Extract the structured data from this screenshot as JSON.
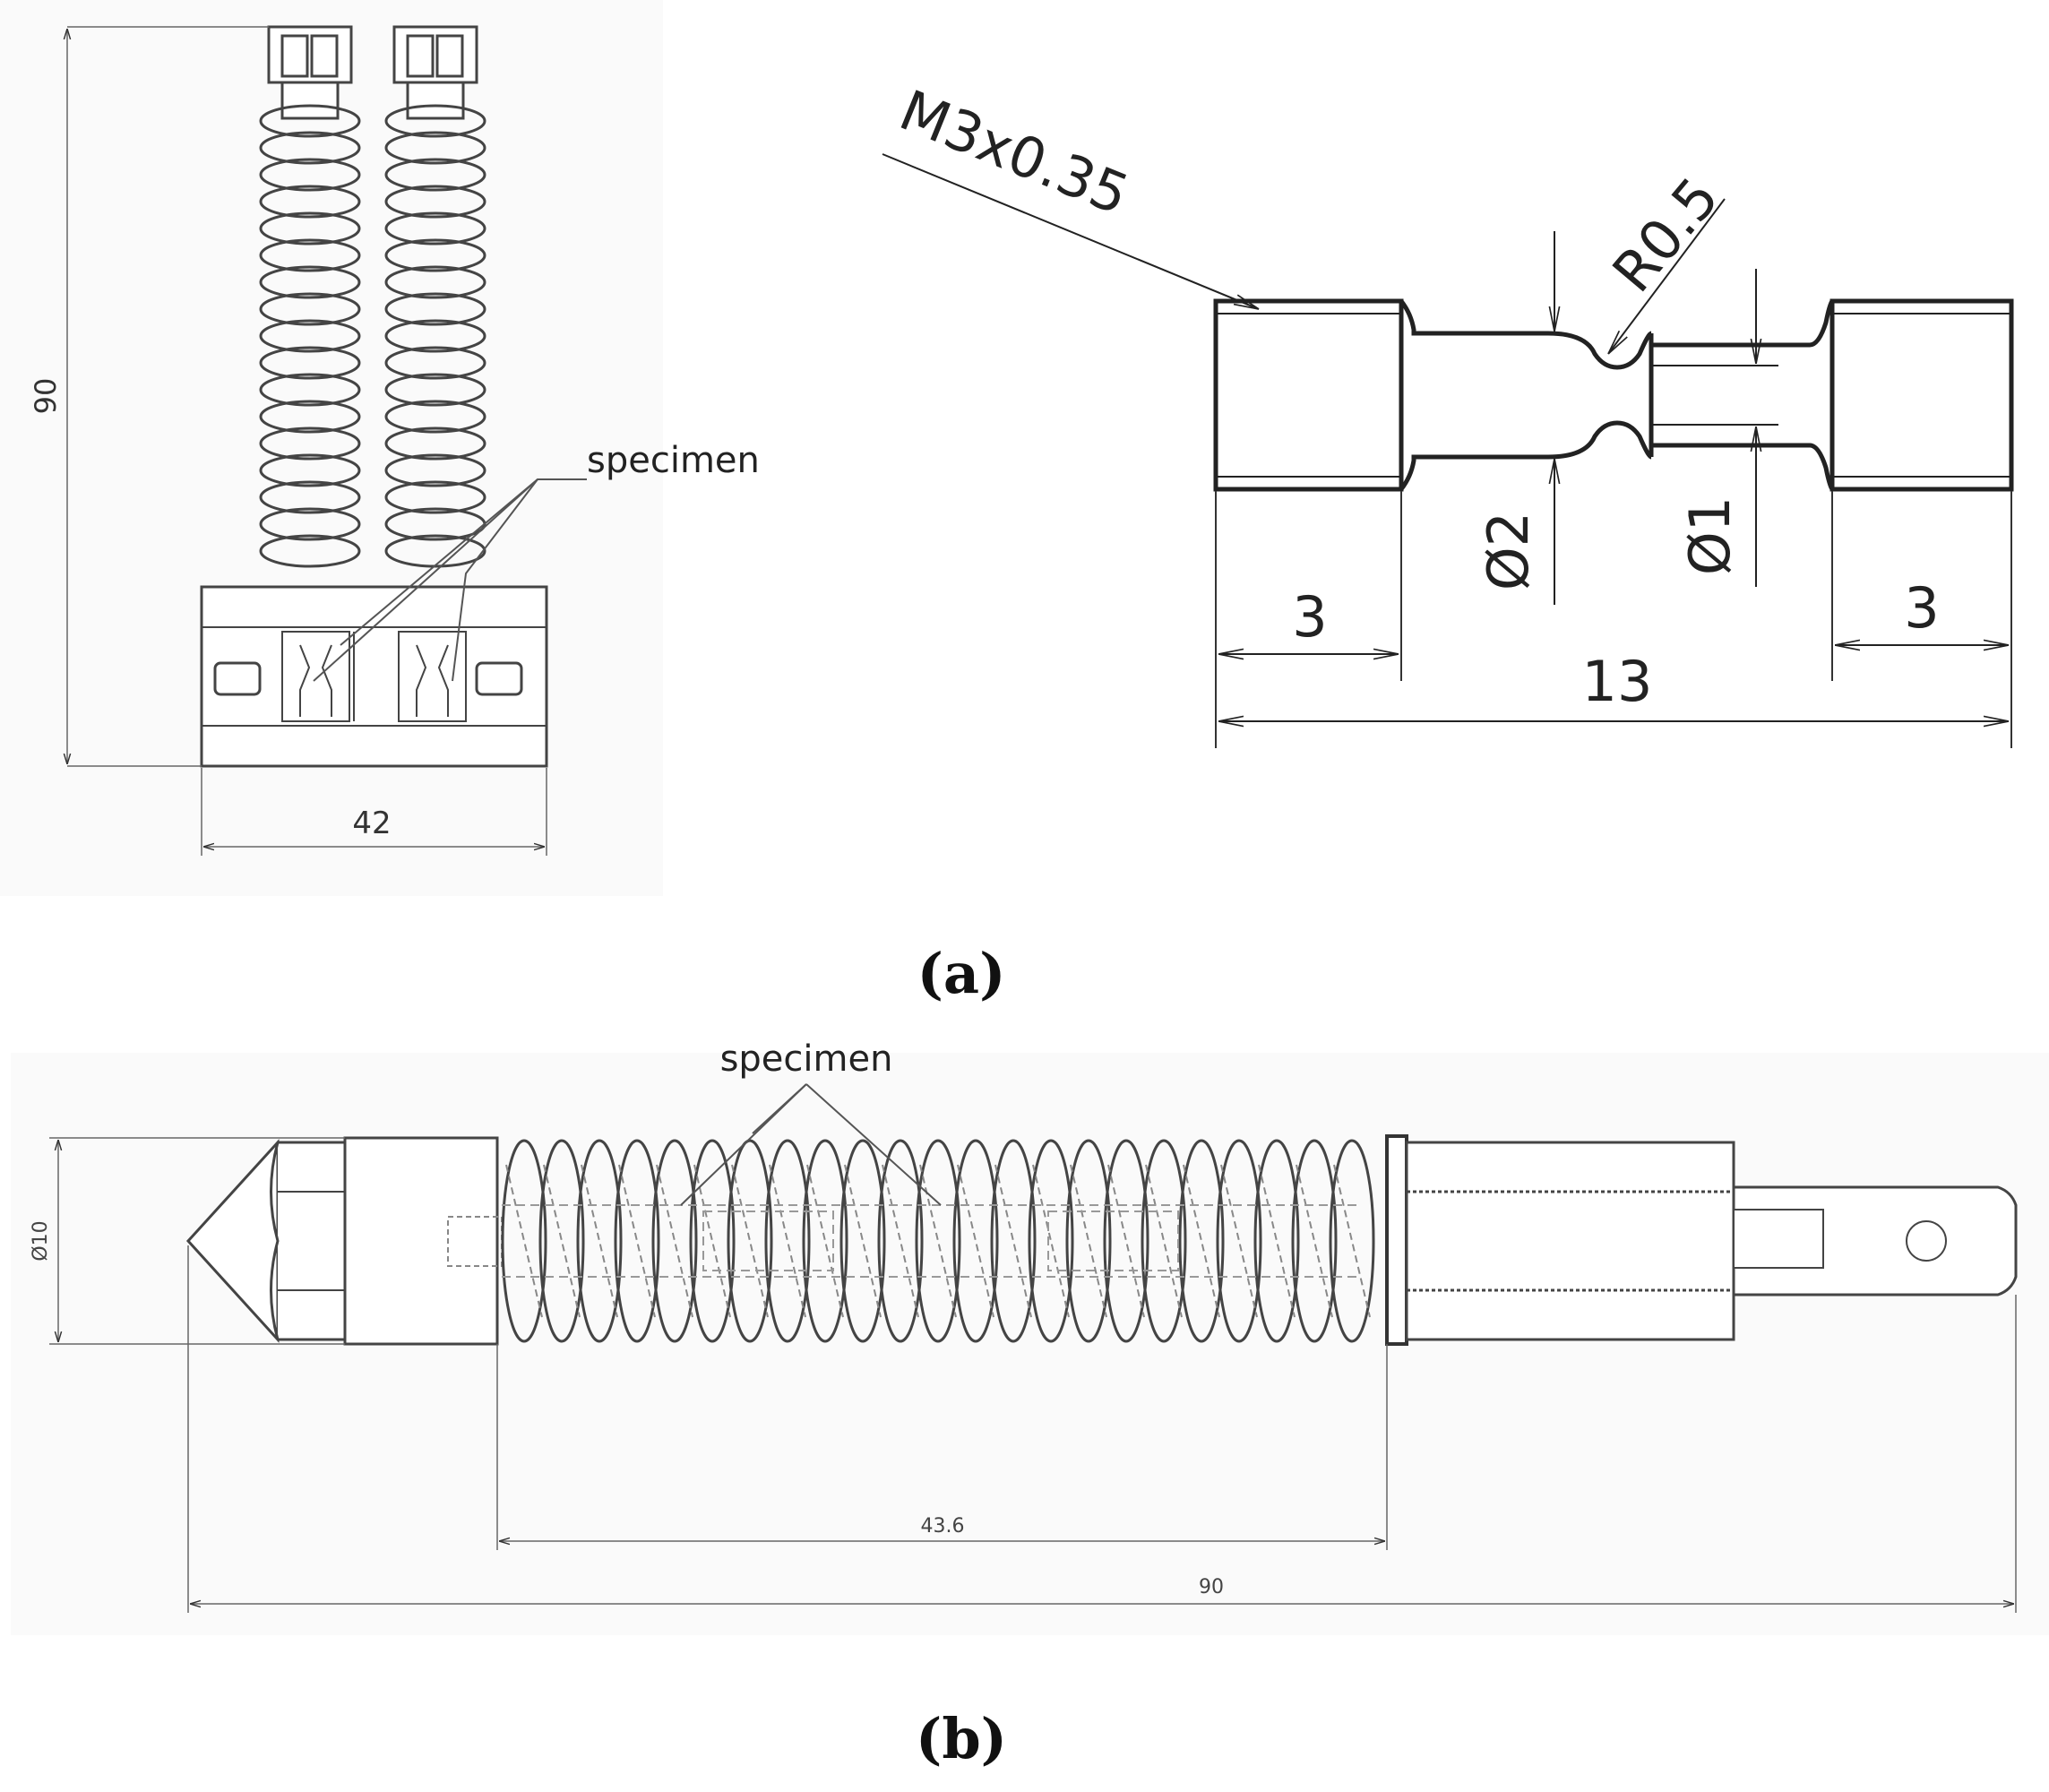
{
  "panel_a": {
    "caption": "(a)",
    "fixture": {
      "height_dim": "90",
      "width_dim": "42",
      "specimen_label": "specimen"
    },
    "specimen_detail": {
      "thread_callout": "M3x0.35",
      "radius_callout": "R0.5",
      "dia_large": "Ø2",
      "dia_small": "Ø1",
      "left_len": "3",
      "right_len": "3",
      "total_len": "13"
    }
  },
  "panel_b": {
    "caption": "(b)",
    "specimen_label": "specimen",
    "dia_dim": "Ø10",
    "spring_len_dim": "43.6",
    "total_len_dim": "90"
  }
}
